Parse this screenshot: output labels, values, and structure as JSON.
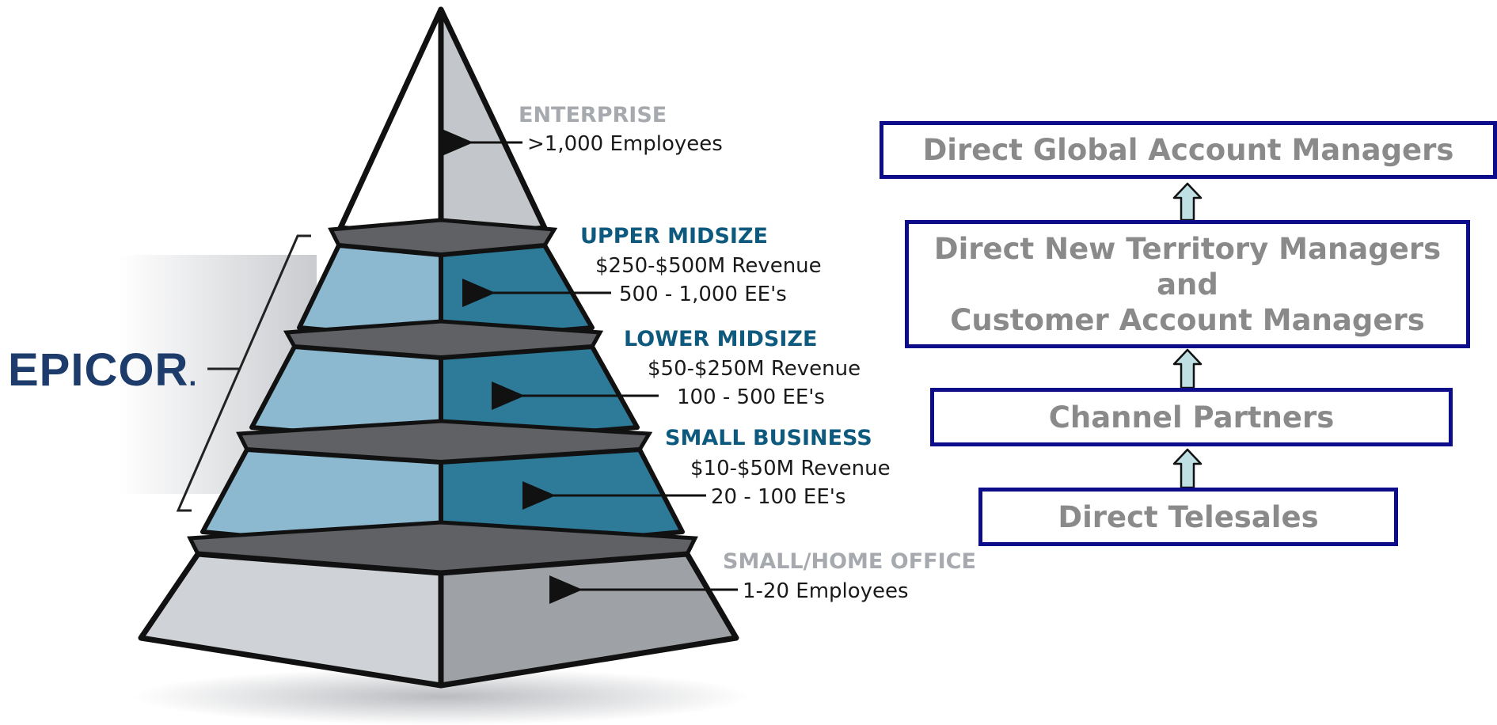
{
  "logo": {
    "text": "EPICOR",
    "mark": "."
  },
  "colors": {
    "box_border": "#0d0d8c",
    "box_text": "#8a8a8a",
    "arrow_fill": "#bfe0e3",
    "midsize_label": "#0e5a7e",
    "gray_label": "#a6aaae",
    "blue_tier_light": "#8cb9d0",
    "blue_tier_dark": "#2d7b98",
    "gray_tier_light": "#cfd2d6",
    "gray_tier_dark": "#9ea2a7",
    "tier_band": "#5f6165"
  },
  "pyramid": {
    "tiers": [
      {
        "name": "ENTERPRISE",
        "details": [
          ">1,000 Employees"
        ]
      },
      {
        "name": "UPPER MIDSIZE",
        "details": [
          "$250-$500M Revenue",
          "500 - 1,000 EE's"
        ]
      },
      {
        "name": "LOWER MIDSIZE",
        "details": [
          "$50-$250M Revenue",
          "100 - 500 EE's"
        ]
      },
      {
        "name": "SMALL BUSINESS",
        "details": [
          "$10-$50M Revenue",
          "20 - 100 EE's"
        ]
      },
      {
        "name": "SMALL/HOME OFFICE",
        "details": [
          "1-20 Employees"
        ]
      }
    ]
  },
  "channels": {
    "global": {
      "label": "Direct Global Account Managers"
    },
    "territory": {
      "lines": [
        "Direct New Territory Managers",
        "and",
        "Customer Account Managers"
      ]
    },
    "partners": {
      "label": "Channel Partners"
    },
    "telesales": {
      "label": "Direct Telesales"
    }
  }
}
